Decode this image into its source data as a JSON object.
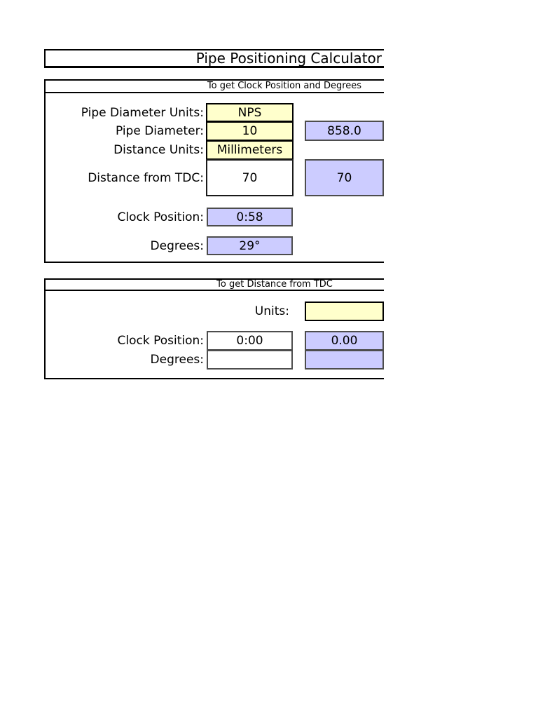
{
  "title": "Pipe Positioning Calculator",
  "colors": {
    "input_bg": "#FFFFCC",
    "output_bg": "#CCCCFF"
  },
  "section1": {
    "header": "To get Clock Position and Degrees",
    "pipe_diameter_units": {
      "label": "Pipe Diameter Units:",
      "value": "NPS"
    },
    "pipe_diameter": {
      "label": "Pipe Diameter:",
      "value": "10",
      "output": "858.0"
    },
    "distance_units": {
      "label": "Distance Units:",
      "value": "Millimeters"
    },
    "distance_from_tdc": {
      "label": "Distance from TDC:",
      "value": "70",
      "output": "70"
    },
    "clock_position": {
      "label": "Clock Position:",
      "value": "0:58"
    },
    "degrees": {
      "label": "Degrees:",
      "value": "29°"
    }
  },
  "section2": {
    "header": "To get Distance from TDC",
    "units": {
      "label": "Units:",
      "value": ""
    },
    "clock_position": {
      "label": "Clock Position:",
      "value": "0:00",
      "output": "0.00"
    },
    "degrees": {
      "label": "Degrees:",
      "value": "",
      "output": ""
    }
  }
}
